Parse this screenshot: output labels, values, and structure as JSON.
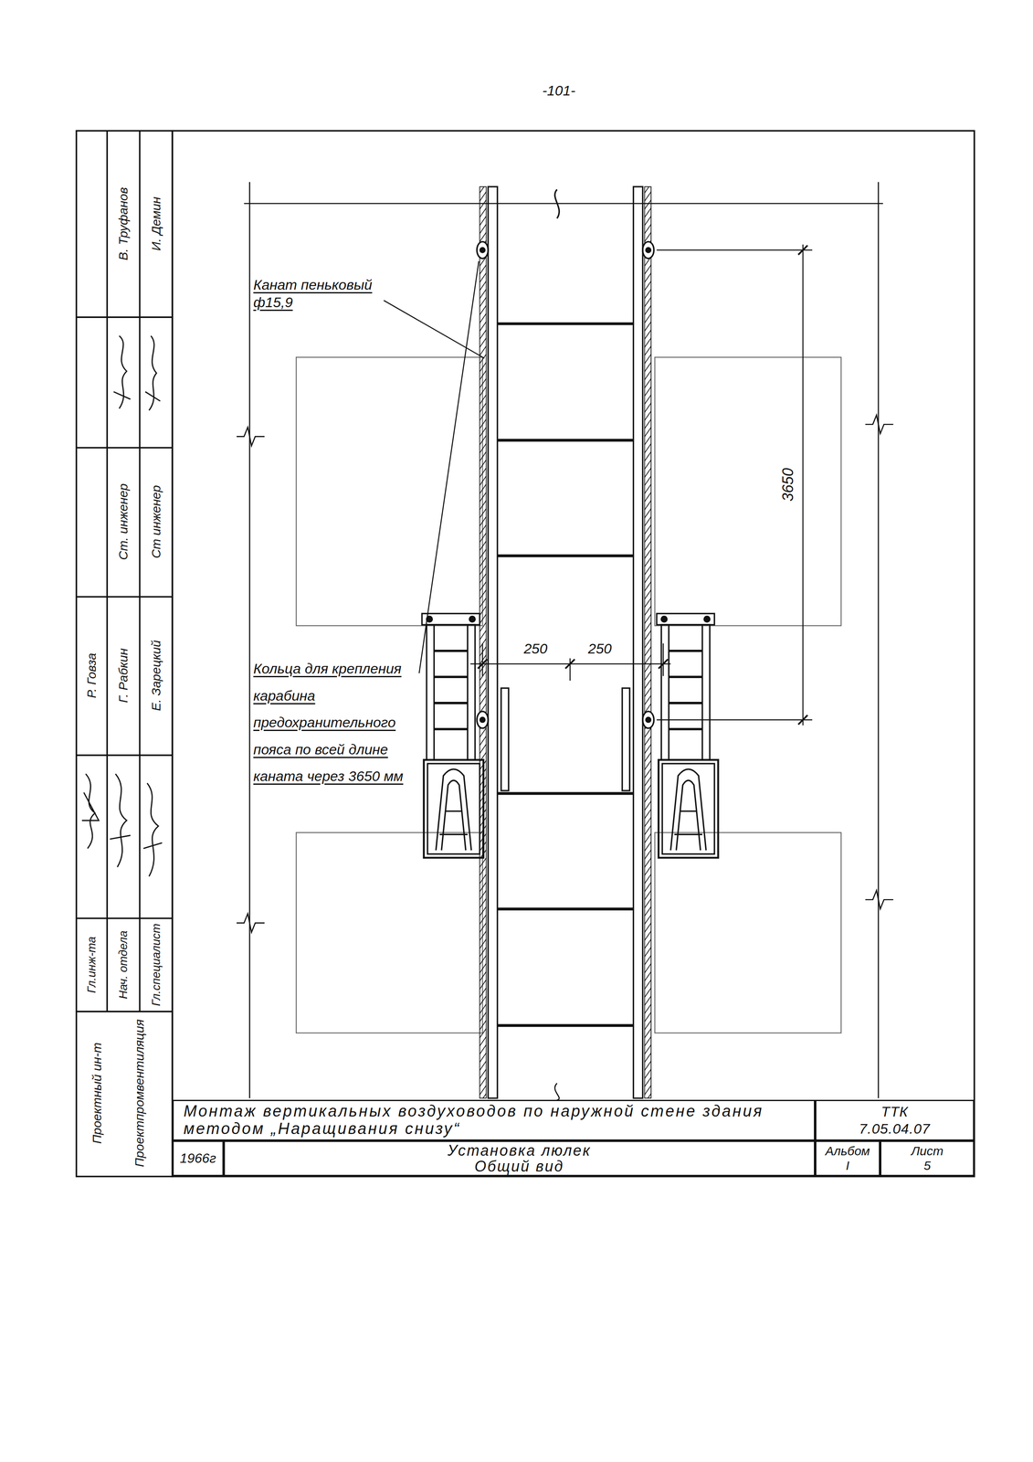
{
  "diagram": {
    "nodes": [
      {
        "text": [
          "Монтаж вертикальных воздуховодов по наружной стене здания методом „Наращивания снизу“"
        ]
      },
      {
        "text": [
          "ТТК",
          "7.05.04.07"
        ]
      },
      {
        "text": [
          "1966г"
        ]
      },
      {
        "text": [
          "Установка люлек",
          "Общий вид"
        ]
      },
      {
        "text": [
          "Альбом",
          "I"
        ]
      },
      {
        "text": [
          "Лист",
          "5"
        ]
      }
    ],
    "labels": [
      "-101-",
      "Канат пеньковый ф15,9",
      "Кольца для крепления карабина предохранительного пояса по всей длине каната через 3650 мм",
      "3650",
      "250",
      "250",
      "В. Труфанов",
      "И. Демин",
      "Ст. инженер",
      "Ст инженер",
      "Р. Говза",
      "Г. Рабкин",
      "Е. Зарецкий",
      "Гл.инж-та",
      "Нач. отдела",
      "Гл.специалист",
      "Проектный ин-т",
      "Проектпромвентиляция"
    ]
  }
}
